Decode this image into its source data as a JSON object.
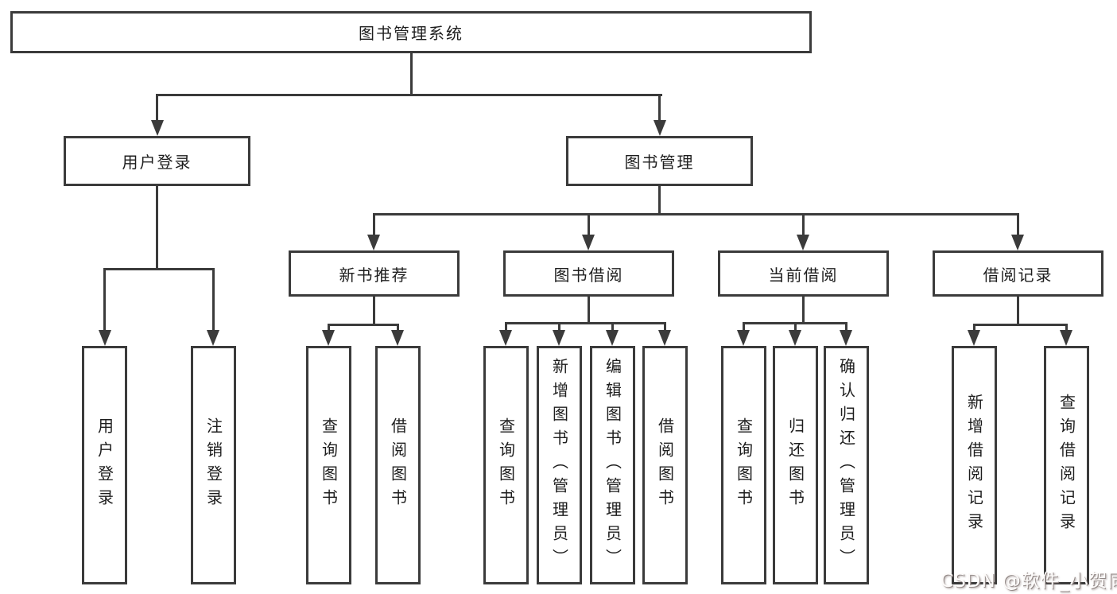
{
  "diagram": {
    "title_node": {
      "label": "图书管理系统"
    },
    "level2": [
      {
        "id": "user-login",
        "label": "用户登录"
      },
      {
        "id": "book-management",
        "label": "图书管理"
      }
    ],
    "level3": [
      {
        "id": "new-book-recommend",
        "label": "新书推荐",
        "parent": "图书管理"
      },
      {
        "id": "book-borrowing",
        "label": "图书借阅",
        "parent": "图书管理"
      },
      {
        "id": "current-borrowing",
        "label": "当前借阅",
        "parent": "图书管理"
      },
      {
        "id": "borrowing-records",
        "label": "借阅记录",
        "parent": "图书管理"
      }
    ],
    "leaves": [
      {
        "label": "用户登录",
        "parent": "用户登录"
      },
      {
        "label": "注销登录",
        "parent": "用户登录"
      },
      {
        "label": "查询图书",
        "parent": "新书推荐"
      },
      {
        "label": "借阅图书",
        "parent": "新书推荐"
      },
      {
        "label": "查询图书",
        "parent": "图书借阅"
      },
      {
        "label": "新增图书（管理员）",
        "parent": "图书借阅"
      },
      {
        "label": "编辑图书（管理员）",
        "parent": "图书借阅"
      },
      {
        "label": "借阅图书",
        "parent": "图书借阅"
      },
      {
        "label": "查询图书",
        "parent": "当前借阅"
      },
      {
        "label": "归还图书",
        "parent": "当前借阅"
      },
      {
        "label": "确认归还（管理员）",
        "parent": "当前借阅"
      },
      {
        "label": "新增借阅记录",
        "parent": "借阅记录"
      },
      {
        "label": "查询借阅记录",
        "parent": "借阅记录"
      }
    ]
  },
  "watermark": {
    "text": "CSDN @软件_小贺同学"
  },
  "colors": {
    "line": "#3b3b3b",
    "box_border": "#3b3b3b",
    "text": "#1e1e1e",
    "background": "#ffffff"
  }
}
